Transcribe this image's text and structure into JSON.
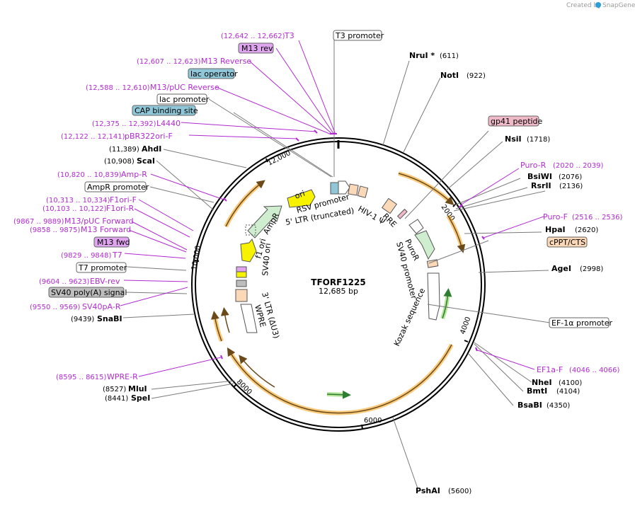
{
  "credit": {
    "prefix": "Created by",
    "brand": "SnapGene"
  },
  "plasmid": {
    "name": "TFORF1225",
    "length": "12,685 bp"
  },
  "ticks": [
    "2000",
    "4000",
    "6000",
    "8000",
    "10,000",
    "12,000"
  ],
  "sites": [
    {
      "name": "NruI *",
      "pos": "(611)"
    },
    {
      "name": "NotI",
      "pos": "(922)"
    },
    {
      "name": "NsiI",
      "pos": "(1718)"
    },
    {
      "name": "BsiWI",
      "pos": "(2076)"
    },
    {
      "name": "RsrII",
      "pos": "(2136)"
    },
    {
      "name": "HpaI",
      "pos": "(2620)"
    },
    {
      "name": "AgeI",
      "pos": "(2998)"
    },
    {
      "name": "NheI",
      "pos": "(4100)"
    },
    {
      "name": "BmtI",
      "pos": "(4104)"
    },
    {
      "name": "BsaBI",
      "pos": "(4350)"
    },
    {
      "name": "PshAI",
      "pos": "(5600)"
    },
    {
      "name": "SpeI",
      "pos": "(8441)"
    },
    {
      "name": "MluI",
      "pos": "(8527)"
    },
    {
      "name": "SnaBI",
      "pos": "(9439)"
    },
    {
      "name": "ScaI",
      "pos": "(10,908)"
    },
    {
      "name": "AhdI",
      "pos": "(11,389)"
    }
  ],
  "primers": [
    {
      "name": "T3",
      "pos": "(12,642 .. 12,662)"
    },
    {
      "name": "M13 Reverse",
      "pos": "(12,607 .. 12,623)"
    },
    {
      "name": "M13/pUC Reverse",
      "pos": "(12,588 .. 12,610)"
    },
    {
      "name": "L4440",
      "pos": "(12,375 .. 12,392)"
    },
    {
      "name": "pBR322ori-F",
      "pos": "(12,122 .. 12,141)"
    },
    {
      "name": "Amp-R",
      "pos": "(10,820 .. 10,839)"
    },
    {
      "name": "F1ori-F",
      "pos": "(10,313 .. 10,334)"
    },
    {
      "name": "F1ori-R",
      "pos": "(10,103 .. 10,122)"
    },
    {
      "name": "M13/pUC Forward",
      "pos": "(9867 .. 9889)"
    },
    {
      "name": "M13 Forward",
      "pos": "(9858 .. 9875)"
    },
    {
      "name": "T7",
      "pos": "(9829 .. 9848)"
    },
    {
      "name": "EBV-rev",
      "pos": "(9604 .. 9623)"
    },
    {
      "name": "SV40pA-R",
      "pos": "(9550 .. 9569)"
    },
    {
      "name": "WPRE-R",
      "pos": "(8595 .. 8615)"
    },
    {
      "name": "Puro-R",
      "pos": "(2020 .. 2039)"
    },
    {
      "name": "Puro-F",
      "pos": "(2516 .. 2536)"
    },
    {
      "name": "EF1a-F",
      "pos": "(4046 .. 4066)"
    }
  ],
  "boxed_labels": [
    {
      "text": "T3 promoter",
      "color": "#ffffff"
    },
    {
      "text": "M13 rev",
      "color": "#dfa6ef"
    },
    {
      "text": "lac operator",
      "color": "#8fc7d8"
    },
    {
      "text": "lac promoter",
      "color": "#ffffff"
    },
    {
      "text": "CAP binding site",
      "color": "#8fc7d8"
    },
    {
      "text": "AmpR promoter",
      "color": "#ffffff"
    },
    {
      "text": "M13 fwd",
      "color": "#dfa6ef"
    },
    {
      "text": "T7 promoter",
      "color": "#ffffff"
    },
    {
      "text": "SV40 poly(A) signal",
      "color": "#bdbdbd"
    },
    {
      "text": "gp41 peptide",
      "color": "#f0b9c7"
    },
    {
      "text": "cPPT/CTS",
      "color": "#fbd8b7"
    },
    {
      "text": "EF-1α promoter",
      "color": "#ffffff"
    }
  ],
  "features": [
    "ori",
    "RSV promoter",
    "5' LTR (truncated)",
    "HIV-1 Ψ",
    "RRE",
    "PuroR",
    "SV40 promoter",
    "Kozak sequence",
    "f1 ori",
    "AmpR",
    "SV40 ori",
    "3' LTR (ΔU3)",
    "WPRE"
  ],
  "colors": {
    "primer": "#b12ad1",
    "orf": "#f5a623",
    "resistance": "#cfeecf",
    "ori": "#f7f200",
    "ltr": "#fbd8b7",
    "site_line": "#7a7a7a"
  }
}
